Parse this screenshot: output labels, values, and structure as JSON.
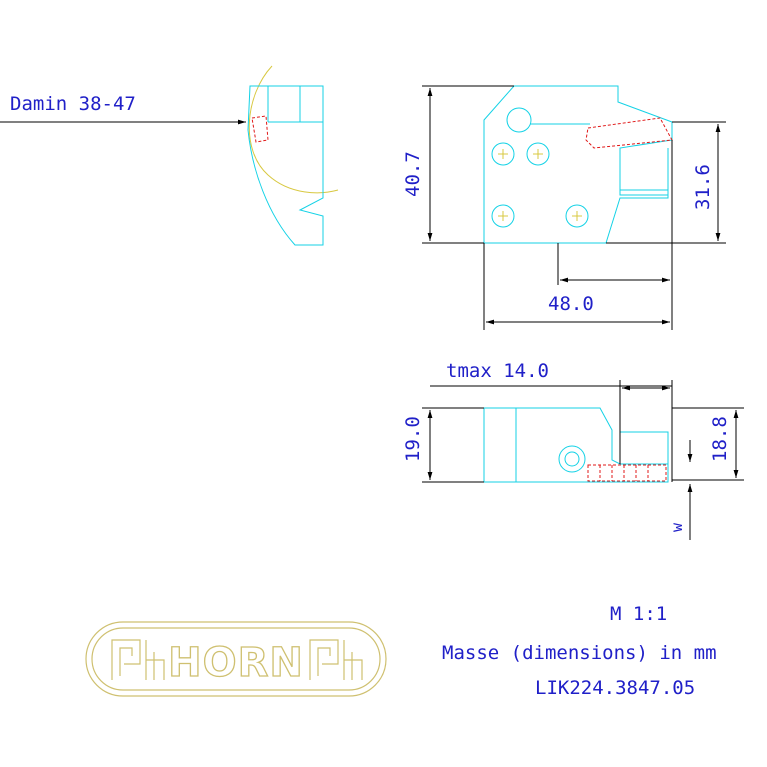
{
  "labels": {
    "damin": "Damin 38-47",
    "height_total": "40.7",
    "height_edge": "31.6",
    "length": "48.0",
    "tmax": "tmax 14.0",
    "width_total": "19.0",
    "width_edge": "18.8",
    "w": "w"
  },
  "notes": {
    "scale": "M 1:1",
    "units": "Masse (dimensions) in mm",
    "part_number": "LIK224.3847.05"
  },
  "logo": {
    "text": "HORN"
  },
  "colors": {
    "geometry": "#14d2e6",
    "dimension_text": "#2020c8",
    "hidden_edge": "#e01818",
    "logo": "#cfc070"
  }
}
